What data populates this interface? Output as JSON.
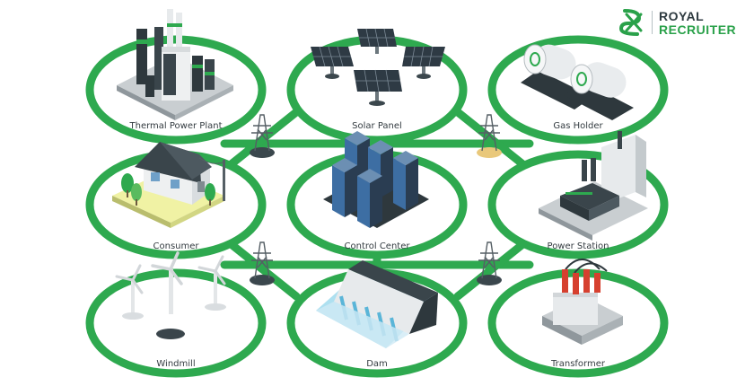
{
  "logo": {
    "line1": "ROYAL",
    "line2": "RECRUITER"
  },
  "colors": {
    "ring": "#2ea94f",
    "dark": "#37434a",
    "blue": "#3a6fa8",
    "accent": "#2aa14a"
  },
  "nodes": {
    "thermal": {
      "label": "Thermal Power Plant"
    },
    "solar": {
      "label": "Solar Panel"
    },
    "gas": {
      "label": "Gas Holder"
    },
    "consumer": {
      "label": "Consumer"
    },
    "control": {
      "label": "Control Center"
    },
    "station": {
      "label": "Power Station"
    },
    "windmill": {
      "label": "Windmill"
    },
    "dam": {
      "label": "Dam"
    },
    "transformer": {
      "label": "Transformer"
    }
  }
}
